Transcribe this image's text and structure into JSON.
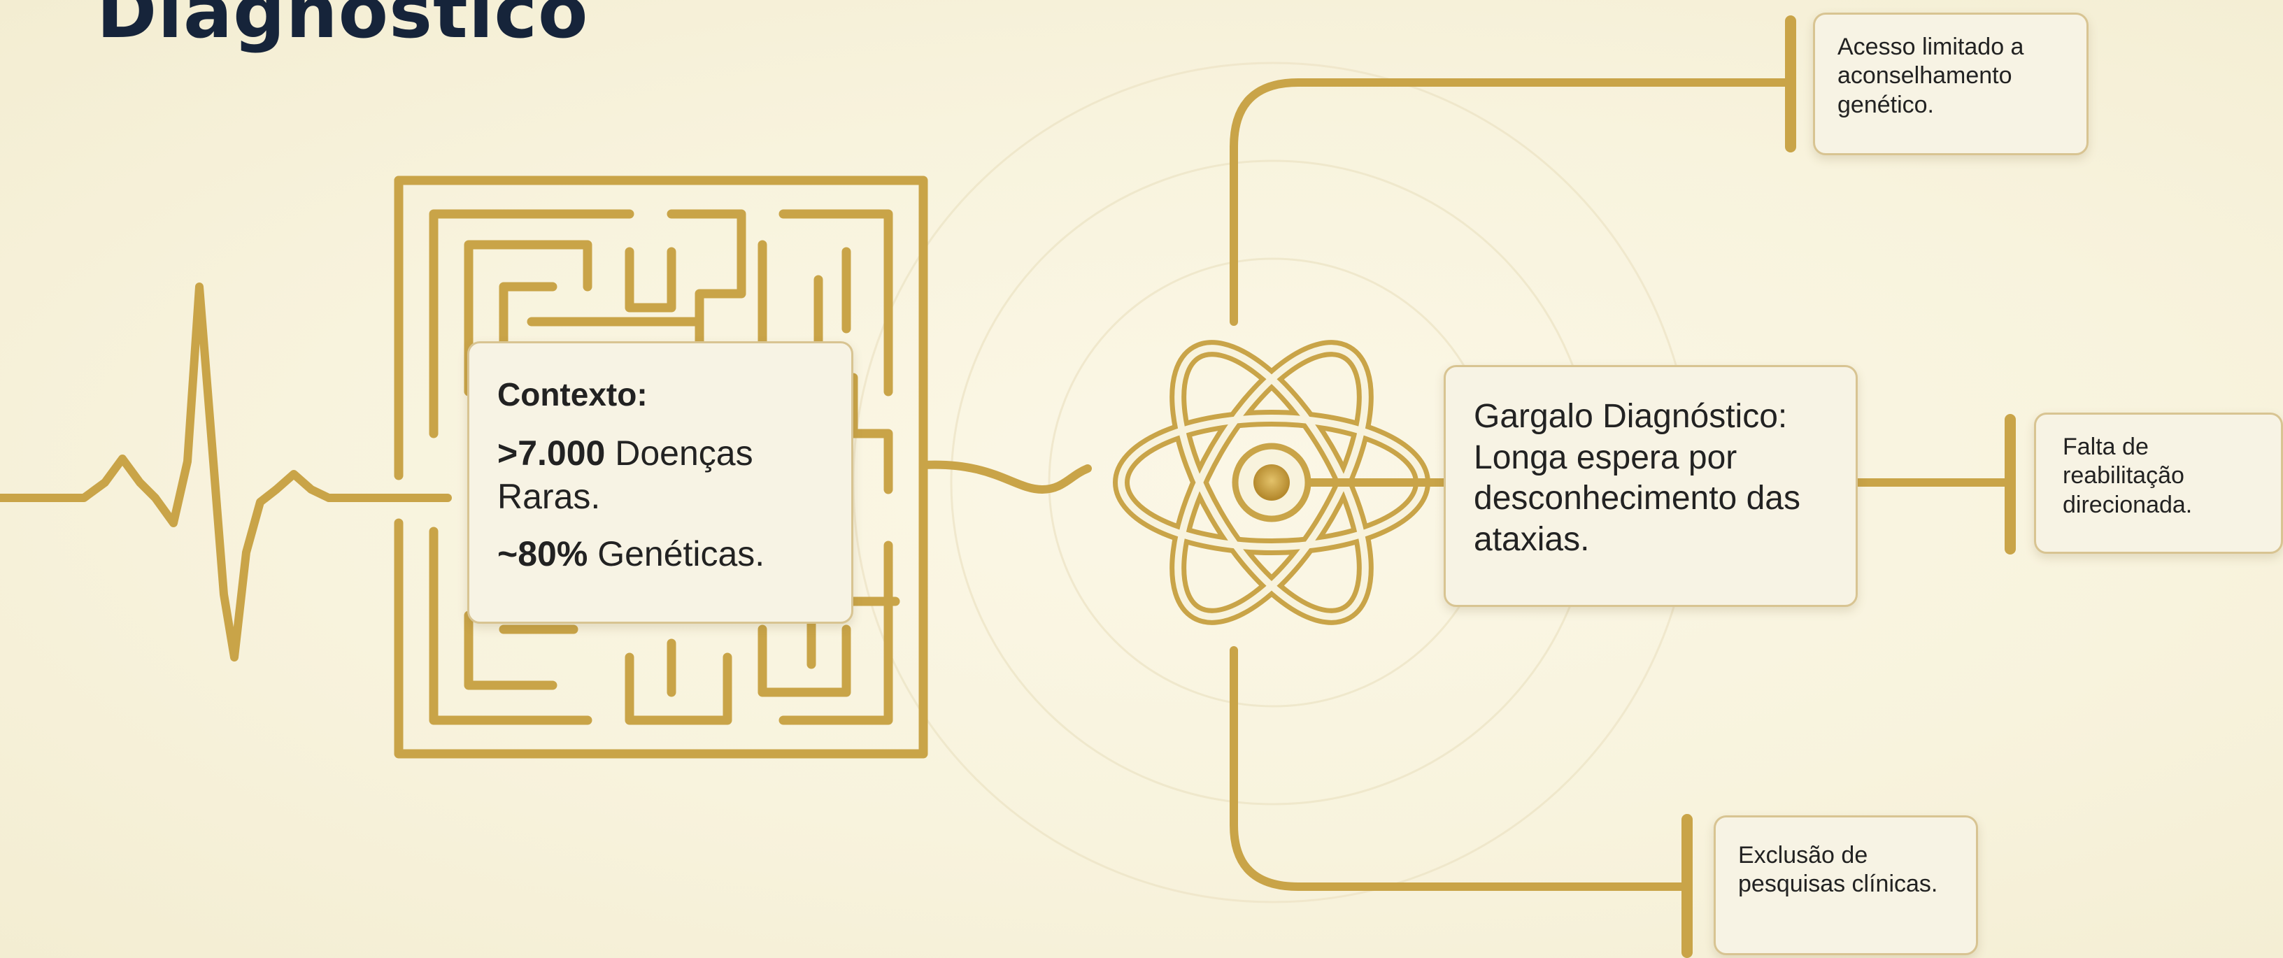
{
  "title": "Diagnóstico",
  "context": {
    "heading": "Contexto:",
    "stat1_value": ">7.000",
    "stat1_label": "Doenças",
    "stat1_cont": "Raras.",
    "stat2_value": "~80%",
    "stat2_label": "Genéticas."
  },
  "bottleneck": "Gargalo Diagnóstico: Longa espera por desconhecimento das ataxias.",
  "consequences": {
    "top": "Acesso limitado a aconselhamento genético.",
    "right": "Falta de reabilitação direcionada.",
    "bottom": "Exclusão de pesquisas clínicas."
  },
  "colors": {
    "gold": "#c9a448",
    "title": "#16243a",
    "background": "#f8f3dd",
    "card": "#f7f3e4"
  }
}
